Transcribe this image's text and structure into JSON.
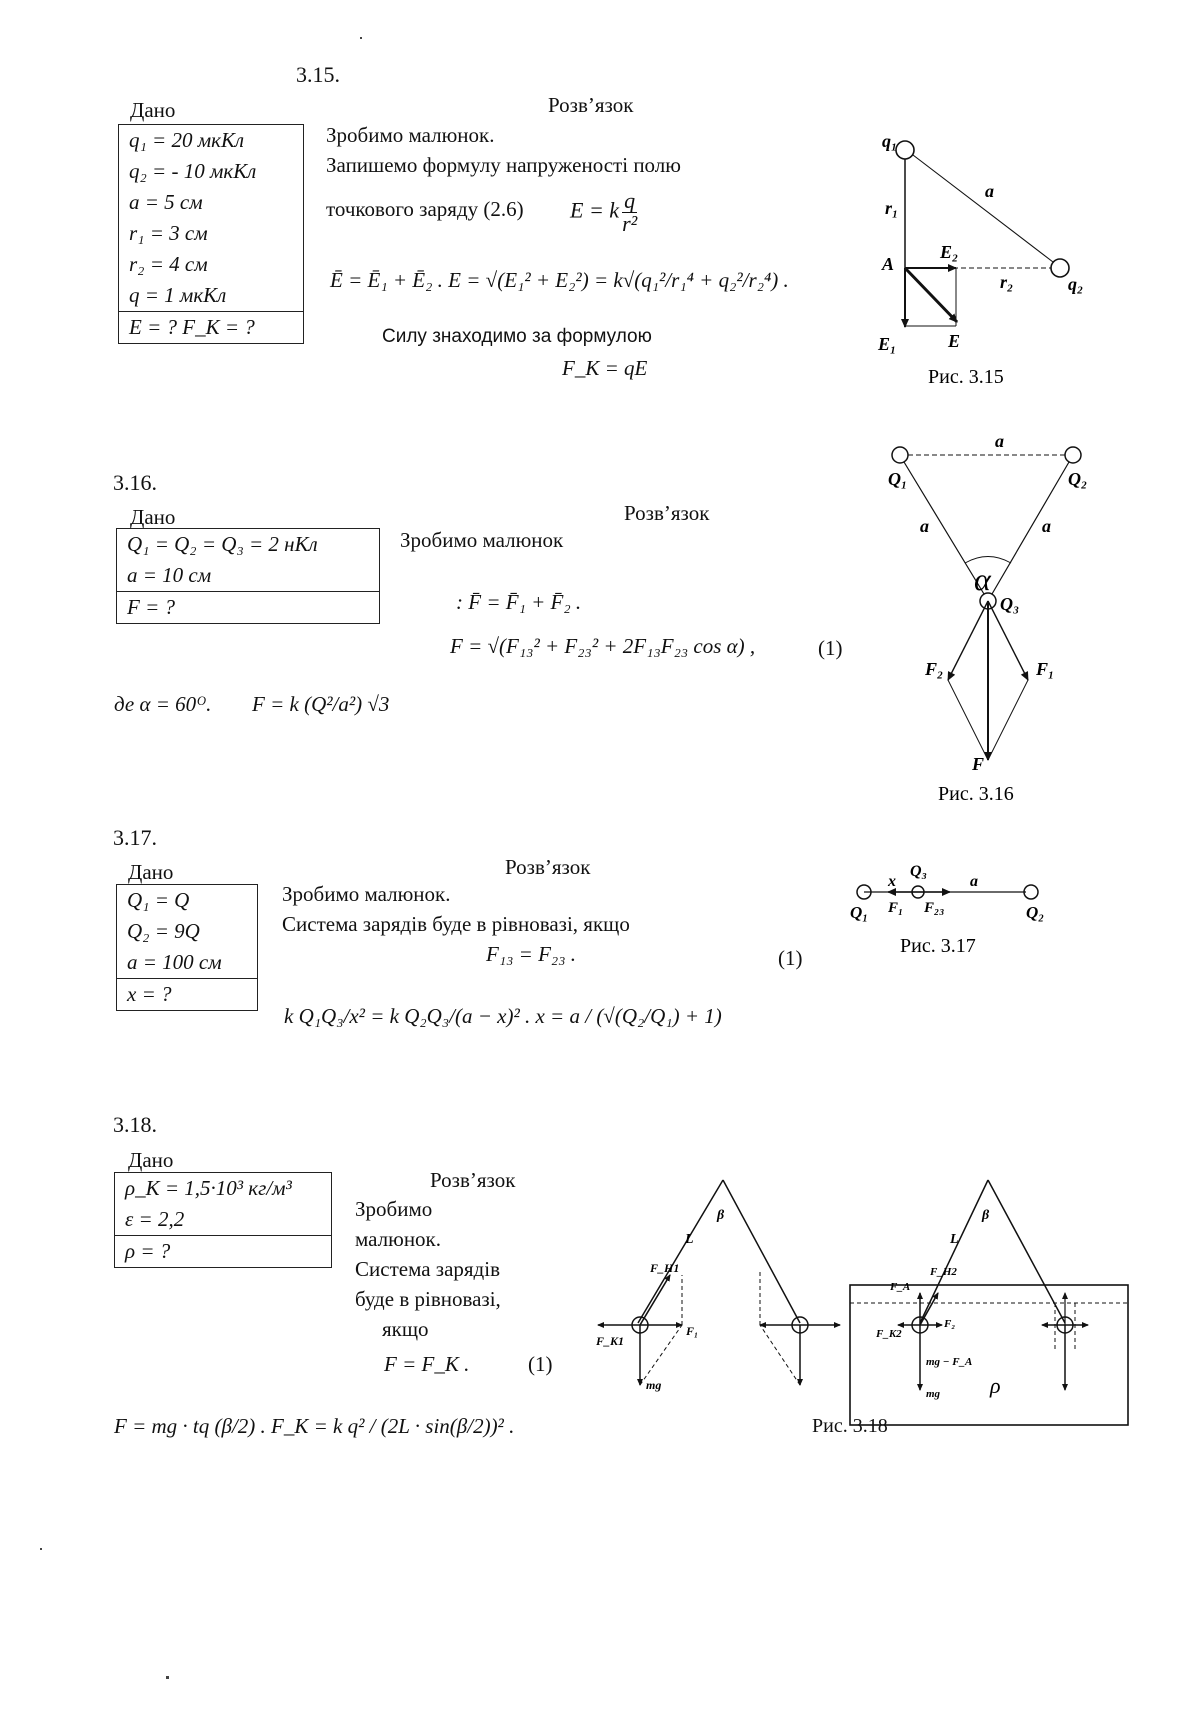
{
  "p315": {
    "number": "3.15.",
    "given_label": "Дано",
    "solution_label": "Розв’язок",
    "given": [
      "q₁ = 20 мкКл",
      "q₂ = - 10 мкКл",
      "a = 5 см",
      "r₁ = 3 см",
      "r₂ = 4 см",
      "q = 1 мкКл"
    ],
    "find": "E = ?  F_K = ?",
    "lines": [
      "Зробимо малюнок.",
      "Запишемо формулу напруженості полю",
      "точкового заряду (2.6)"
    ],
    "formula_e_lhs": "E = k",
    "formula_e_num": "q",
    "formula_e_den": "r²",
    "formula_sum": "Ē = Ē₁ + Ē₂ .  E = √(E₁² + E₂²) = k√(q₁²/r₁⁴ + q₂²/r₂⁴) .",
    "force_text": "Силу знаходимо за формулою",
    "force_formula": "F_K = qE",
    "figure": {
      "caption": "Рис. 3.15",
      "labels": {
        "q1": "q₁",
        "q2": "q₂",
        "a": "a",
        "r1": "r₁",
        "r2": "r₂",
        "A": "A",
        "E1": "E₁",
        "E2": "E₂",
        "E": "E"
      }
    }
  },
  "p316": {
    "number": "3.16.",
    "given_label": "Дано",
    "solution_label": "Розв’язок",
    "given": [
      "Q₁ = Q₂ = Q₃ = 2 нКл",
      "a = 10 см"
    ],
    "find": "F = ?",
    "line1": "Зробимо малюнок",
    "formula_vec": ": F̄ = F̄₁ + F̄₂ .",
    "formula_mag": "F = √(F₁₃² + F₂₃² + 2F₁₃F₂₃ cos α) ,",
    "eq_num": "(1)",
    "where_text": "де α = 60ᴼ.",
    "where_formula": "F = k (Q²/a²) √3",
    "figure": {
      "caption": "Рис. 3.16",
      "labels": {
        "a_top": "a",
        "a_left": "a",
        "a_right": "a",
        "Q1": "Q₁",
        "Q2": "Q₂",
        "Q3": "Q₃",
        "alpha": "α",
        "F1": "F₁",
        "F2": "F₂",
        "F": "F"
      }
    }
  },
  "p317": {
    "number": "3.17.",
    "given_label": "Дано",
    "solution_label": "Розв’язок",
    "given": [
      "Q₁ = Q",
      "Q₂ = 9Q",
      "a = 100 см"
    ],
    "find": "x = ?",
    "lines": [
      "Зробимо малюнок.",
      "Система зарядів буде в рівновазі, якщо"
    ],
    "balance": "F₁₃ = F₂₃ .",
    "eq_num": "(1)",
    "formula": "k Q₁Q₃/x² = k Q₂Q₃/(a − x)² .   x = a / (√(Q₂/Q₁) + 1)",
    "figure": {
      "caption": "Рис. 3.17",
      "labels": {
        "Q1": "Q₁",
        "Q2": "Q₂",
        "Q3": "Q₃",
        "x": "x",
        "a": "a",
        "F1": "F₁",
        "F23": "F₂₃"
      }
    }
  },
  "p318": {
    "number": "3.18.",
    "given_label": "Дано",
    "solution_label": "Розв’язок",
    "given": [
      "ρ_K = 1,5·10³ кг/м³",
      "ε = 2,2"
    ],
    "find": "ρ = ?",
    "lines": [
      "Зробимо",
      "малюнок.",
      "Система зарядів",
      "буде в рівновазі,",
      "якщо"
    ],
    "balance": "F = F_K .",
    "eq_num": "(1)",
    "formula": "F = mg · tq (β/2) .  F_K = k q² / (2L · sin(β/2))² .",
    "figure": {
      "caption": "Рис. 3.18",
      "labels": {
        "L": "L",
        "beta": "β",
        "FH1": "F_H1",
        "FK1": "F_K1",
        "F1": "F₁",
        "mg": "mg",
        "FH2": "F_H2",
        "FA": "F_A",
        "FK2": "F_K2",
        "F2": "F₂",
        "mgFA": "mg − F_A",
        "rho": "ρ"
      }
    }
  }
}
